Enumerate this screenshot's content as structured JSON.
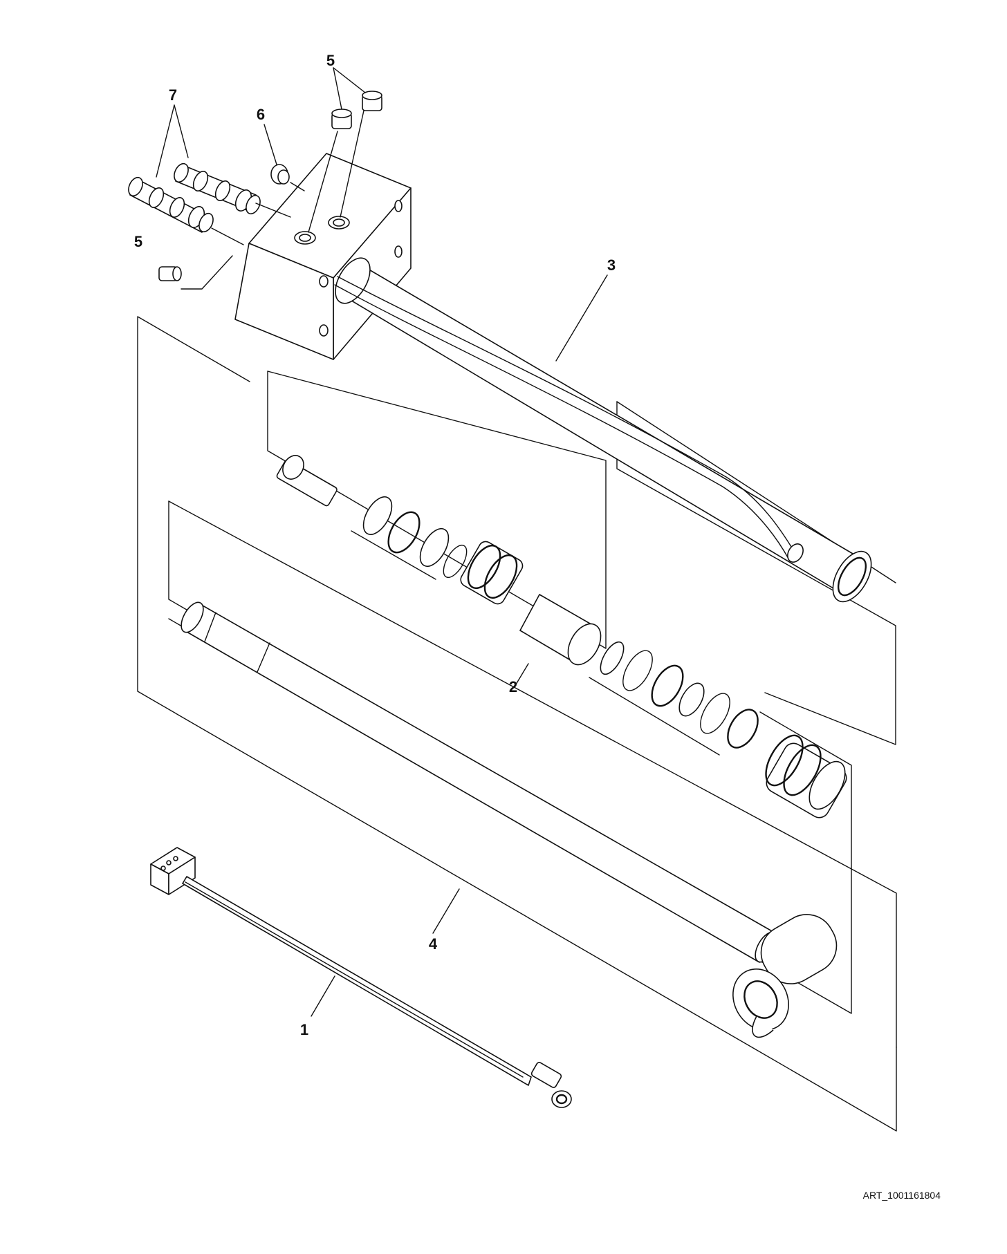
{
  "diagram": {
    "art_id": "ART_1001161804",
    "callouts": [
      {
        "id": "c7",
        "label": "7"
      },
      {
        "id": "c6",
        "label": "6"
      },
      {
        "id": "c5a",
        "label": "5"
      },
      {
        "id": "c5b",
        "label": "5"
      },
      {
        "id": "c3",
        "label": "3"
      },
      {
        "id": "c2",
        "label": "2"
      },
      {
        "id": "c4",
        "label": "4"
      },
      {
        "id": "c1",
        "label": "1"
      }
    ]
  },
  "colors": {
    "line": "#111111",
    "background": "#ffffff"
  }
}
